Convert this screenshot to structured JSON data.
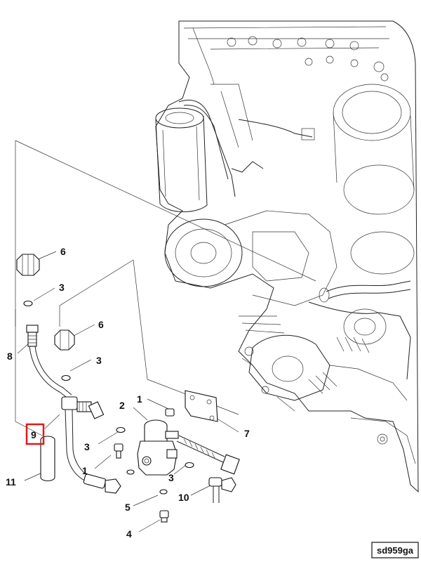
{
  "diagram": {
    "reference_code": "sd959ga",
    "highlighted_callout": "9",
    "highlight_color": "#e0191e",
    "callouts": [
      "6",
      "3",
      "6",
      "3",
      "8",
      "9",
      "11",
      "1",
      "2",
      "3",
      "1",
      "3",
      "5",
      "4",
      "10",
      "7"
    ]
  }
}
